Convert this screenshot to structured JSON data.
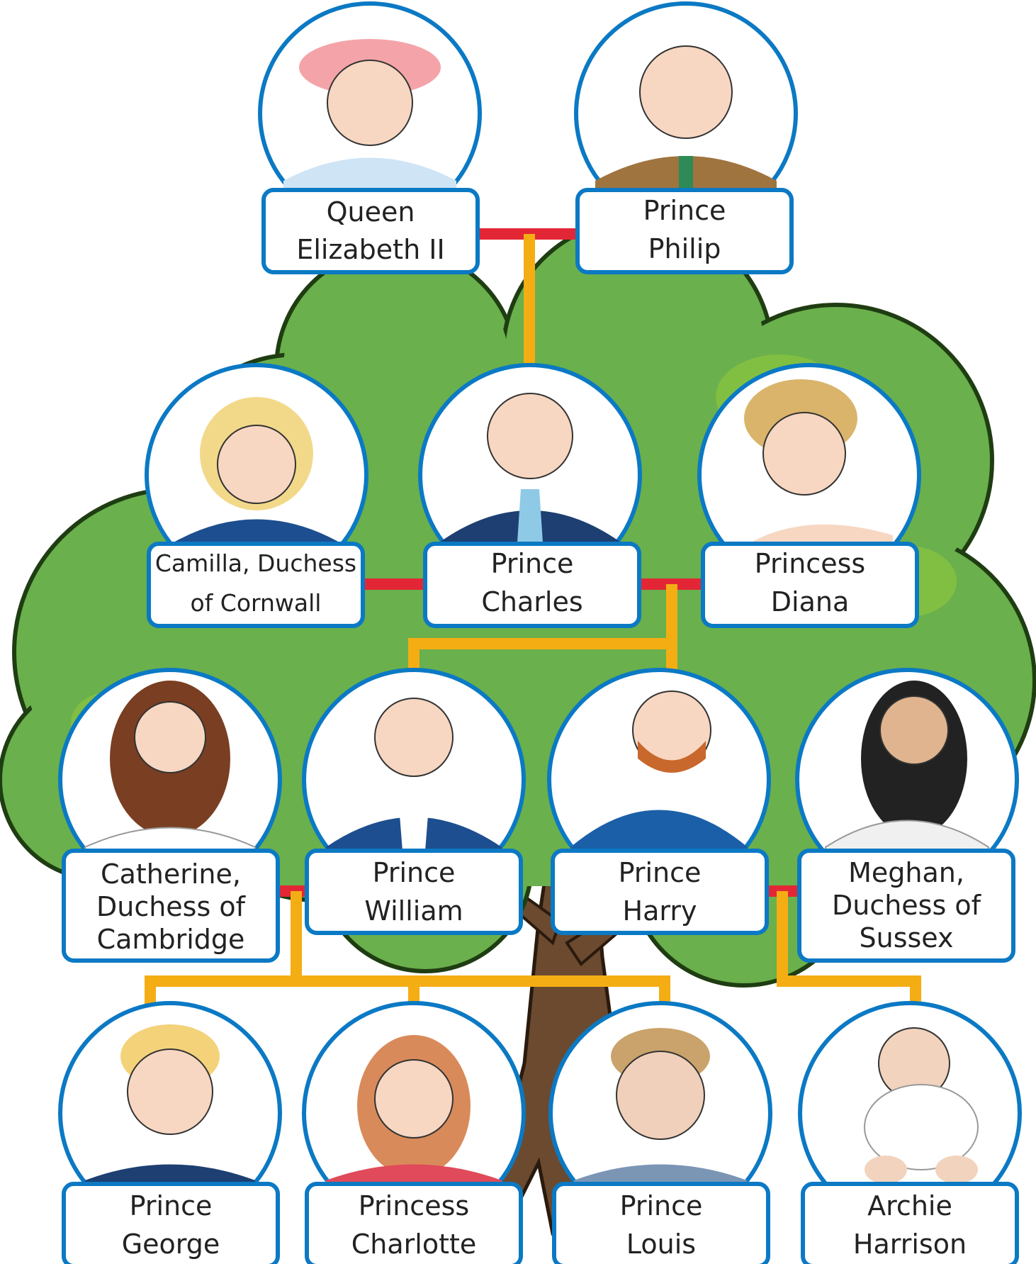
{
  "colors": {
    "ring": "#0b79c4",
    "marriage_line": "#e32636",
    "descent_line": "#f5ad14",
    "foliage": "#6ab04c",
    "foliage_dark": "#3d8a2a",
    "trunk": "#6b4a2f"
  },
  "people": {
    "queen_elizabeth": {
      "line1": "Queen",
      "line2": "Elizabeth II"
    },
    "prince_philip": {
      "line1": "Prince",
      "line2": "Philip"
    },
    "camilla": {
      "line1": "Camilla, Duchess",
      "line2": "of Cornwall"
    },
    "prince_charles": {
      "line1": "Prince",
      "line2": "Charles"
    },
    "princess_diana": {
      "line1": "Princess",
      "line2": "Diana"
    },
    "catherine": {
      "line1": "Catherine,",
      "line2": "Duchess of",
      "line3": "Cambridge"
    },
    "prince_william": {
      "line1": "Prince",
      "line2": "William"
    },
    "prince_harry": {
      "line1": "Prince",
      "line2": "Harry"
    },
    "meghan": {
      "line1": "Meghan,",
      "line2": "Duchess of",
      "line3": "Sussex"
    },
    "prince_george": {
      "line1": "Prince",
      "line2": "George"
    },
    "princess_charlotte": {
      "line1": "Princess",
      "line2": "Charlotte"
    },
    "prince_louis": {
      "line1": "Prince",
      "line2": "Louis"
    },
    "archie_harrison": {
      "line1": "Archie",
      "line2": "Harrison"
    }
  }
}
